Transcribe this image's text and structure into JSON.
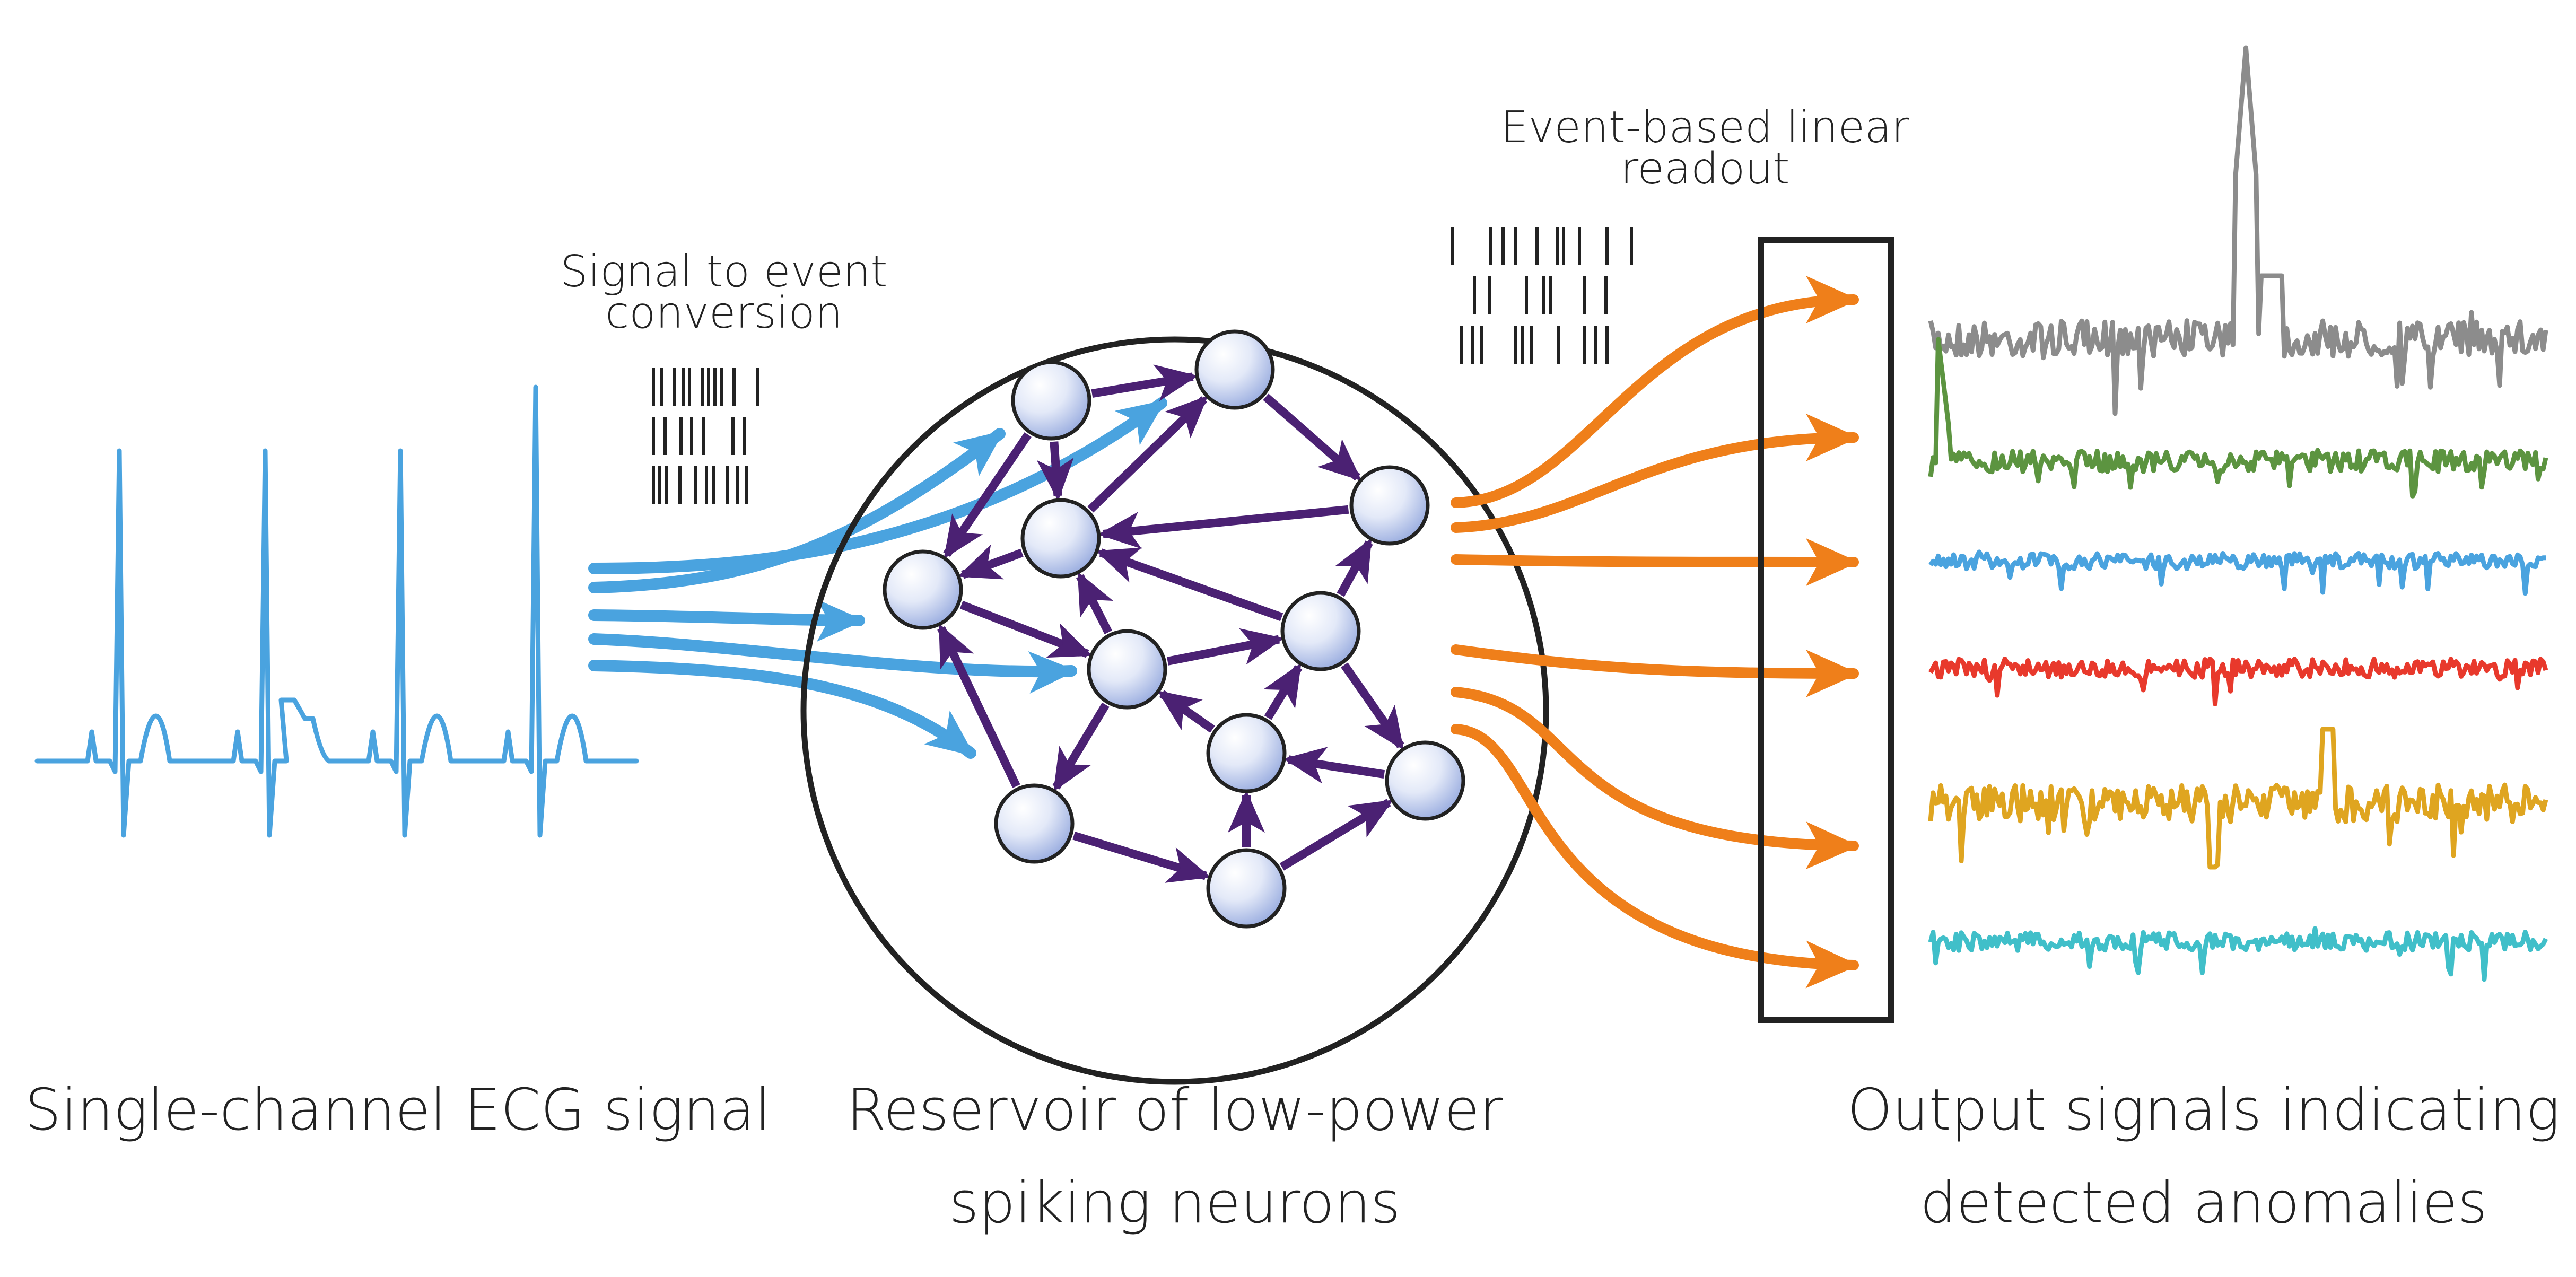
{
  "labels": {
    "ecg": "Single-channel ECG signal",
    "conversion_line1": "Signal to event",
    "conversion_line2": "conversion",
    "reservoir_line1": "Reservoir of low-power",
    "reservoir_line2": "spiking neurons",
    "readout_line1": "Event-based linear",
    "readout_line2": "readout",
    "output_line1": "Output signals indicating",
    "output_line2": "detected anomalies"
  },
  "colors": {
    "ecg": "#4aa3df",
    "input_arrows": "#4aa3df",
    "synapses": "#4b2173",
    "output_arrows": "#ef7f1a",
    "neuron_fill_light": "#ffffff",
    "neuron_fill_dark": "#8fa4dc",
    "outline": "#222222",
    "trace_gray": "#8c8c8c",
    "trace_green": "#5c9440",
    "trace_blue": "#4aa3df",
    "trace_red": "#e8392c",
    "trace_yellow": "#dfa520",
    "trace_cyan": "#40bfc9"
  },
  "output_traces": [
    {
      "color": "#8c8c8c"
    },
    {
      "color": "#5c9440"
    },
    {
      "color": "#4aa3df"
    },
    {
      "color": "#e8392c"
    },
    {
      "color": "#dfa520"
    },
    {
      "color": "#40bfc9"
    }
  ]
}
